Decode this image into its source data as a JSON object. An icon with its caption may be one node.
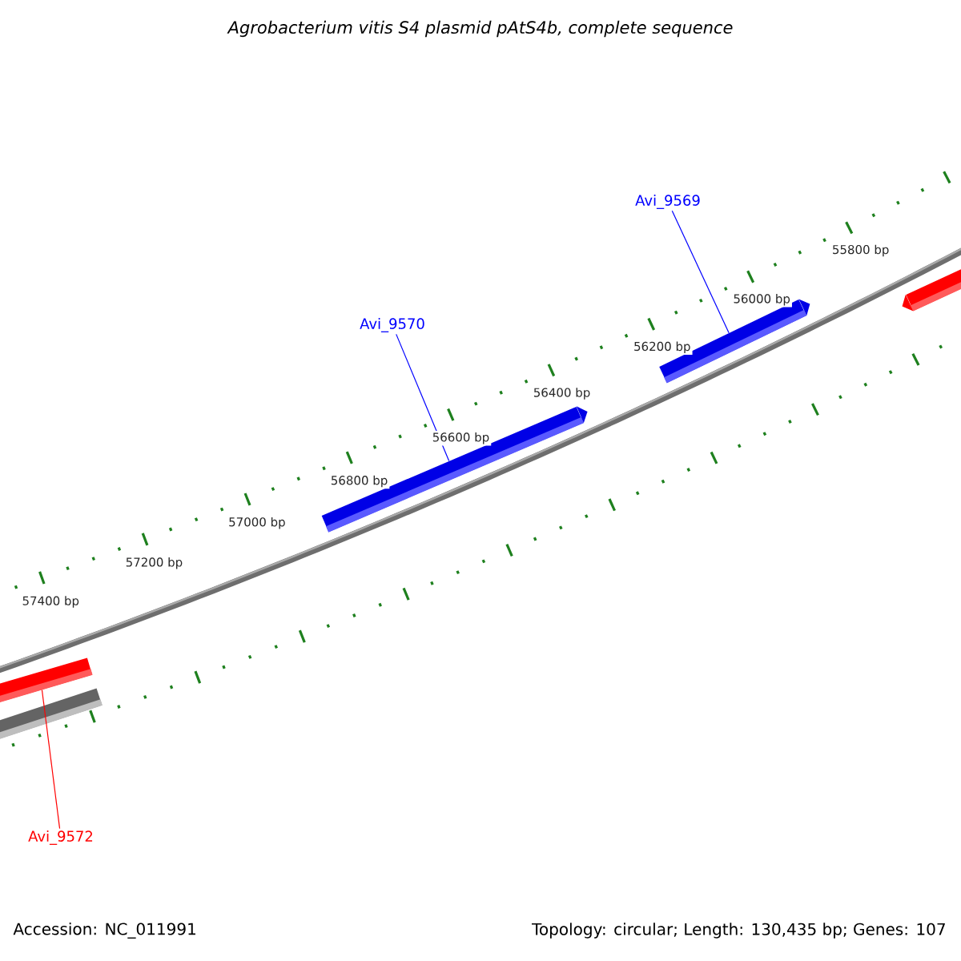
{
  "diagram": {
    "title": "Agrobacterium vitis S4 plasmid pAtS4b, complete sequence",
    "nodes": [
      {
        "text": [
          "Avi_9570"
        ]
      },
      {
        "text": [
          "Avi_9569"
        ]
      },
      {
        "text": [
          "Avi_9572"
        ]
      },
      {
        "text": [],
        "shape": "bar"
      },
      {
        "text": [],
        "shape": "bar"
      },
      {
        "text": [],
        "shape": "bar"
      },
      {
        "text": [],
        "shape": "bar"
      },
      {
        "text": [],
        "shape": "bar"
      }
    ],
    "edges": [
      {
        "from": 0,
        "to": 5,
        "arrow": "none",
        "color": "#0000ff"
      },
      {
        "from": 1,
        "to": 6,
        "arrow": "none",
        "color": "#0000ff"
      },
      {
        "from": 2,
        "to": 3,
        "arrow": "none",
        "color": "#ff0000"
      }
    ],
    "labels": [
      "55800 bp",
      "56000 bp",
      "56200 bp",
      "56400 bp",
      "56600 bp",
      "56800 bp",
      "57000 bp",
      "57200 bp",
      "57400 bp",
      "Accession: NC_011991",
      "Topology: circular; Length: 130,435 bp; Genes: 107"
    ]
  }
}
